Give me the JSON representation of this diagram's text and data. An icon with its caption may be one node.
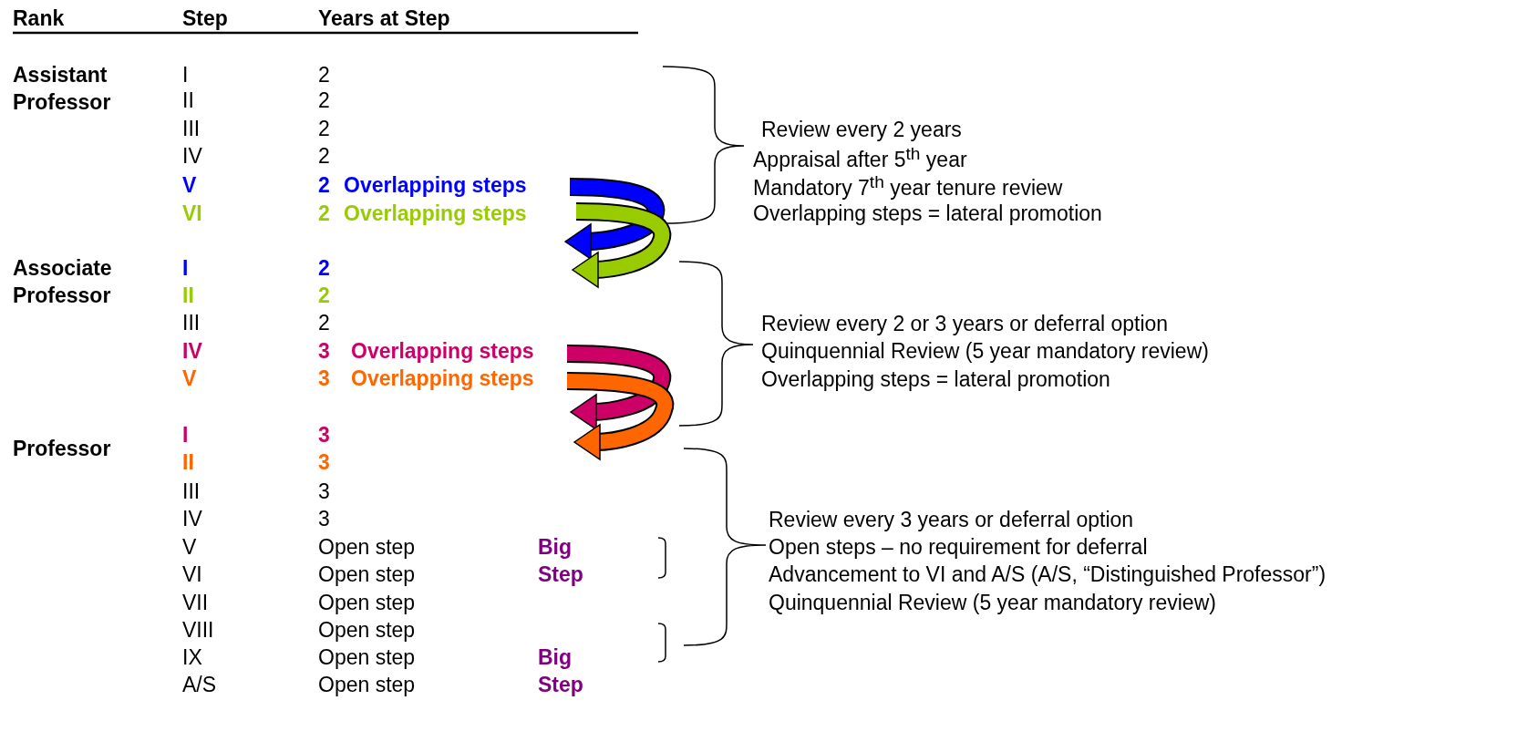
{
  "diagram": {
    "labels": [
      "Rank",
      "Step",
      "Years at Step",
      "Assistant Professor",
      "I",
      "2",
      "II",
      "2",
      "III",
      "2",
      "IV",
      "2",
      "V",
      "2",
      "Overlapping steps",
      "VI",
      "2",
      "Overlapping steps",
      "Review every 2 years",
      "Appraisal after 5$^{th}$ year",
      "Mandatory 7$^{th}$ year tenure review",
      "Overlapping steps = lateral promotion",
      "Associate Professor",
      "I",
      "2",
      "II",
      "2",
      "III",
      "2",
      "IV",
      "3",
      "Overlapping steps",
      "V",
      "3",
      "Overlapping steps",
      "Review every 2 or 3 years or deferral option",
      "Quinquennial Review (5 year mandatory review)",
      "Overlapping steps = lateral promotion",
      "Professor",
      "I",
      "3",
      "II",
      "3",
      "III",
      "3",
      "IV",
      "3",
      "V",
      "Open step",
      "Big Step",
      "VI",
      "Open step",
      "VII",
      "Open step",
      "VIII",
      "Open step",
      "IX",
      "Open step",
      "Big Step",
      "A/S",
      "Open step",
      "Review every 3 years or deferral option",
      "Open steps – no requirement for deferral",
      "Advancement to VI and A/S (A/S, “Distinguished Professor”)",
      "Quinquennial Review (5 year mandatory review)"
    ]
  }
}
